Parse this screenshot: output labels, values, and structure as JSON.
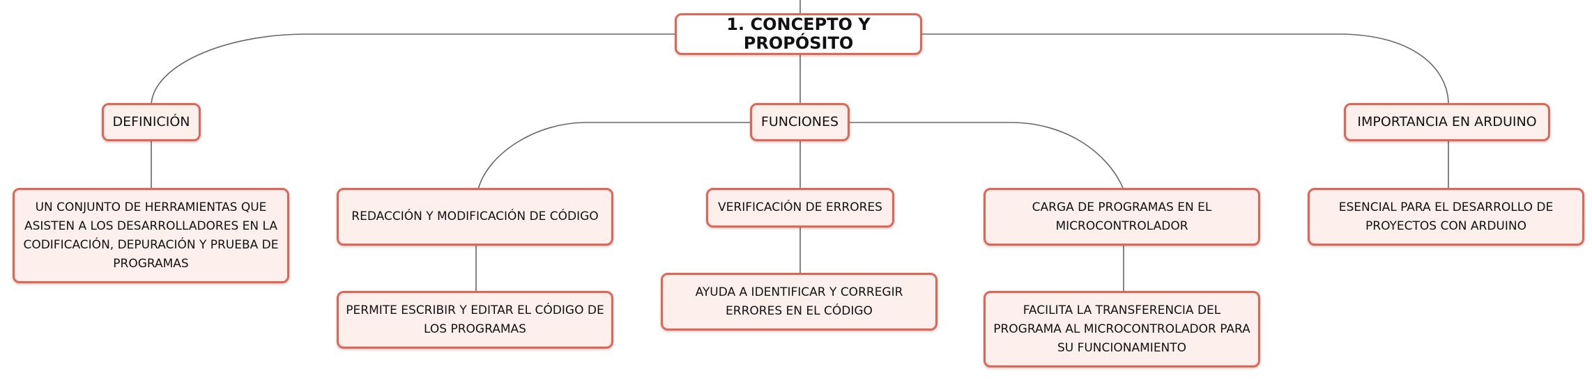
{
  "colors": {
    "border": "#e8624f",
    "fill": "#fdf0ec",
    "line": "#666666"
  },
  "root": {
    "label": "1. CONCEPTO Y PROPÓSITO"
  },
  "definicion": {
    "label": "DEFINICIÓN",
    "desc": "UN CONJUNTO DE HERRAMIENTAS QUE ASISTEN A LOS DESARROLLADORES EN LA CODIFICACIÓN, DEPURACIÓN Y PRUEBA DE PROGRAMAS"
  },
  "funciones": {
    "label": "FUNCIONES",
    "redaccion": {
      "label": "REDACCIÓN Y MODIFICACIÓN DE CÓDIGO",
      "desc": "PERMITE ESCRIBIR Y EDITAR EL CÓDIGO DE LOS PROGRAMAS"
    },
    "verificacion": {
      "label": "VERIFICACIÓN DE ERRORES",
      "desc": "AYUDA A IDENTIFICAR Y CORREGIR ERRORES EN EL CÓDIGO"
    },
    "carga": {
      "label": "CARGA DE PROGRAMAS EN EL MICROCONTROLADOR",
      "desc": "FACILITA LA TRANSFERENCIA DEL PROGRAMA AL MICROCONTROLADOR PARA SU FUNCIONAMIENTO"
    }
  },
  "importancia": {
    "label": "IMPORTANCIA EN ARDUINO",
    "desc": "ESENCIAL PARA EL DESARROLLO DE PROYECTOS CON ARDUINO"
  }
}
